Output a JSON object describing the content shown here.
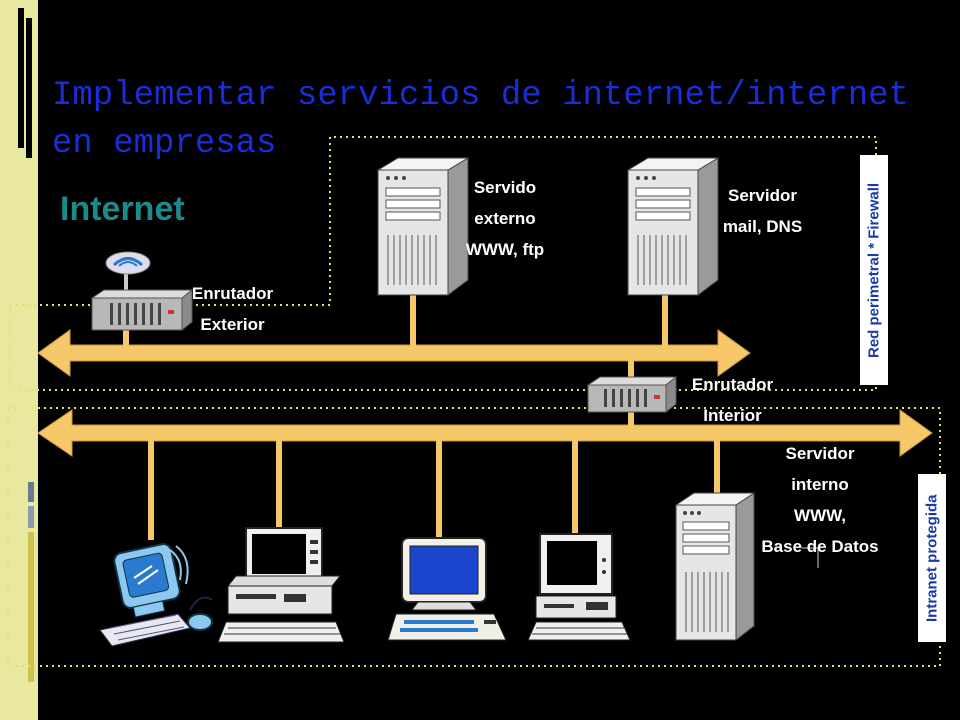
{
  "slide": {
    "title": "Implementar servicios de internet/internet en empresas",
    "heading": "Internet"
  },
  "labels": {
    "router_exterior": [
      "Enrutador",
      "Exterior"
    ],
    "server_external": [
      "Servido",
      "externo",
      "WWW, ftp"
    ],
    "server_mail": [
      "Servidor",
      "mail, DNS"
    ],
    "router_interior": [
      "Enrutador",
      "Interior"
    ],
    "server_internal": [
      "Servidor",
      "interno",
      "WWW,",
      "Base de Datos"
    ],
    "zone_perimeter": "Red perimetral * Firewall",
    "zone_intranet": "Intranet protegida"
  },
  "colors": {
    "background": "#000000",
    "title": "#1a2dd6",
    "heading": "#1a8a8a",
    "bus": "#f7c86a",
    "zone_border": "#e8e06a",
    "zone_label": "#1a3aa8",
    "side_bar": "#e8e8a0"
  }
}
